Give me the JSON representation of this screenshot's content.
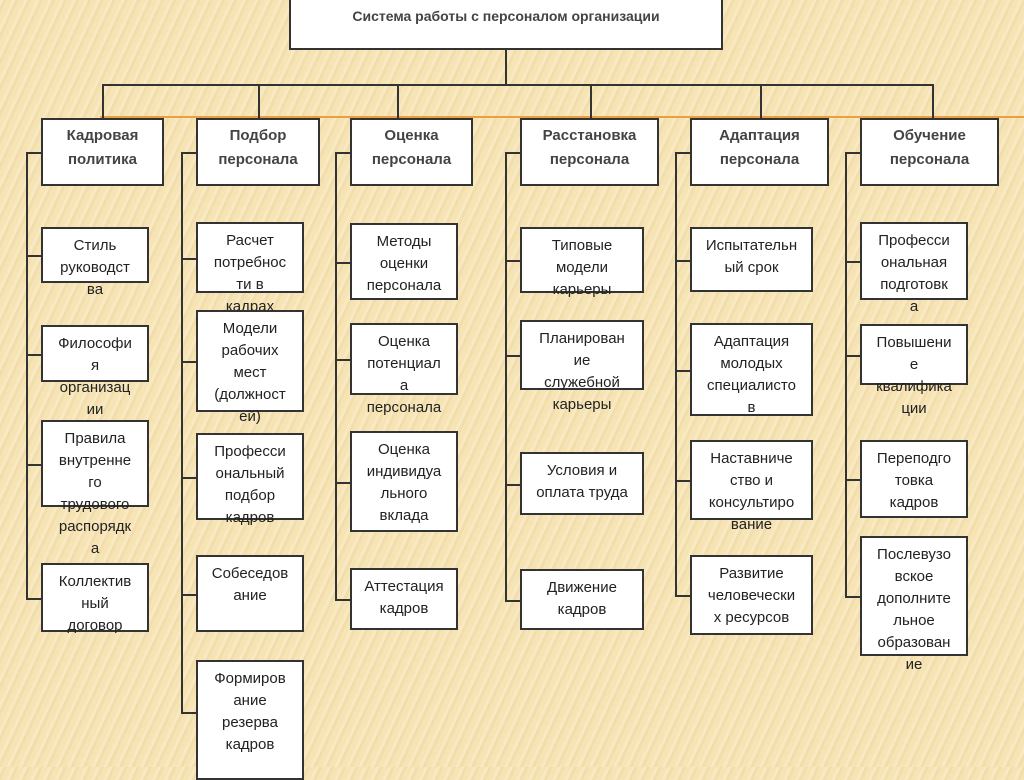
{
  "title": "Система работы с персоналом организации",
  "columns": [
    {
      "header": "Кадровая\nполитика",
      "items": [
        "Стиль\nруководст\nва",
        "Философи\nя\nорганизац\nии",
        "Правила\nвнутренне\nго\nтрудового\nраспорядк\nа",
        "Коллектив\nный\nдоговор"
      ]
    },
    {
      "header": "Подбор\nперсонала",
      "items": [
        "Расчет\nпотребнос\nти в\nкадрах",
        "Модели\nрабочих\nмест\n(должност\nей)",
        "Професси\nональный\nподбор\nкадров",
        "Собеседов\nание",
        "Формиров\nание\nрезерва\nкадров"
      ]
    },
    {
      "header": "Оценка\nперсонала",
      "items": [
        "Методы\nоценки\nперсонала",
        "Оценка\nпотенциал\nа\nперсонала",
        "Оценка\nиндивидуа\nльного\nвклада",
        "Аттестация\nкадров"
      ]
    },
    {
      "header": "Расстановка\nперсонала",
      "items": [
        "Типовые\nмодели\nкарьеры",
        "Планирован\nие\nслужебной\nкарьеры",
        "Условия и\nоплата труда",
        "Движение\nкадров"
      ]
    },
    {
      "header": "Адаптация\nперсонала",
      "items": [
        "Испытательн\nый срок",
        "Адаптация\nмолодых\nспециалисто\nв",
        "Наставниче\nство и\nконсультиро\nвание",
        "Развитие\nчеловечески\nх ресурсов"
      ]
    },
    {
      "header": "Обучение\nперсонала",
      "items": [
        "Професси\nональная\nподготовк\nа",
        "Повышени\nе\nквалифика\nции",
        "Переподго\nтовка\nкадров",
        "Послевузо\nвское\nдополните\nльное\nобразован\nие"
      ]
    }
  ]
}
